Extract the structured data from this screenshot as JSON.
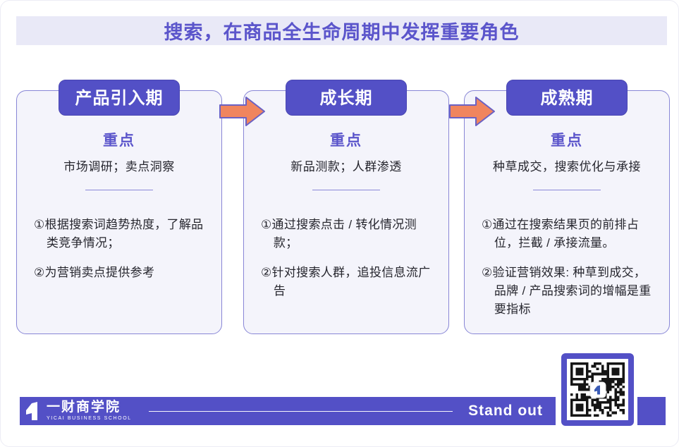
{
  "title": "搜索，在商品全生命周期中发挥重要角色",
  "cards": [
    {
      "stage": "产品引入期",
      "focus_label": "重点",
      "focus": "市场调研；卖点洞察",
      "points": [
        "①根据搜索词趋势热度，了解品类竞争情况；",
        "②为营销卖点提供参考"
      ]
    },
    {
      "stage": "成长期",
      "focus_label": "重点",
      "focus": "新品测款；人群渗透",
      "points": [
        "①通过搜索点击 / 转化情况测款；",
        "②针对搜索人群，追投信息流广告"
      ]
    },
    {
      "stage": "成熟期",
      "focus_label": "重点",
      "focus": "种草成交，搜索优化与承接",
      "points": [
        "①通过在搜索结果页的前排占位，拦截 / 承接流量。",
        "②验证营销效果: 种草到成交，品牌 / 产品搜索词的增幅是重要指标"
      ]
    }
  ],
  "footer": {
    "brand_cn": "一财商学院",
    "brand_en": "YICAI BUSINESS SCHOOL",
    "slogan": "Stand out"
  },
  "icons": {
    "arrow": "arrow-right-icon",
    "logo": "yicai-one-flag-icon",
    "qr": "qr-code"
  },
  "colors": {
    "accent_indigo": "#5350c6",
    "title_text": "#5b55cb",
    "title_bg": "#e9e9f7",
    "card_bg": "#f4f4fb",
    "card_border": "#8886d6",
    "arrow_fill": "#f0855e",
    "arrow_stroke": "#6a61c4",
    "body_text": "#26262e"
  }
}
